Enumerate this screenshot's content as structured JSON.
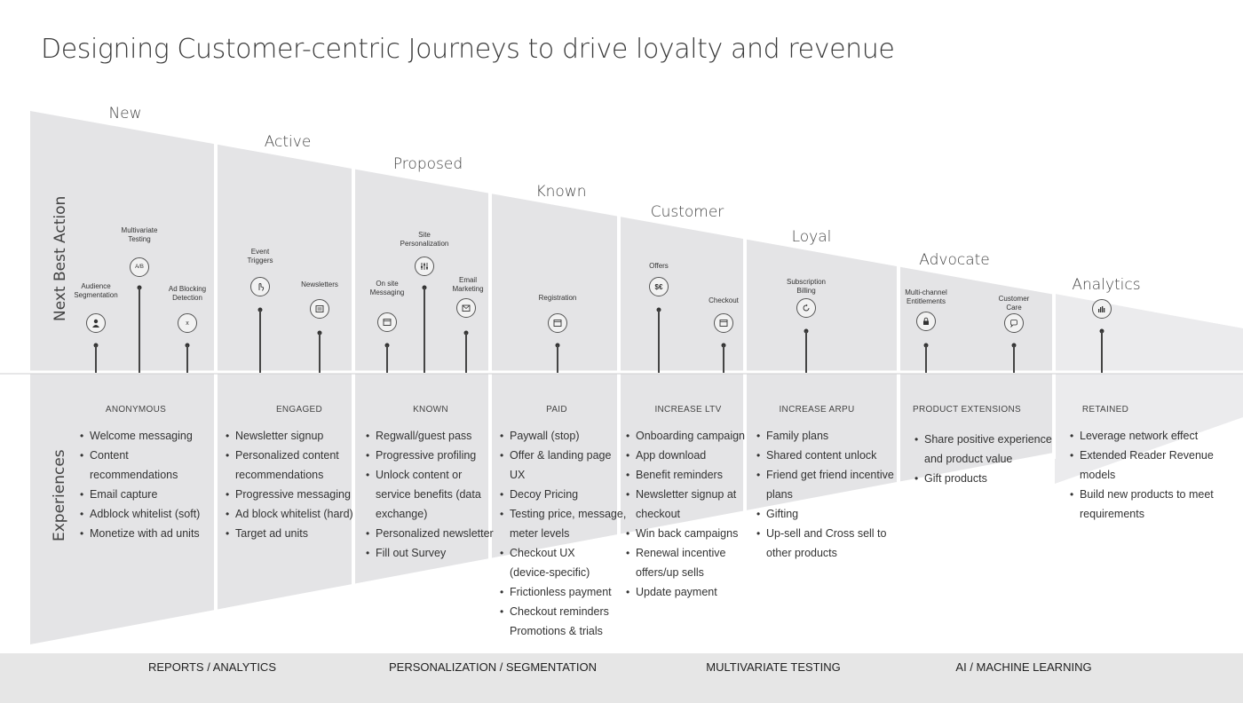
{
  "title": "Designing Customer-centric Journeys to drive loyalty and revenue",
  "row_labels": {
    "top": "Next Best Action",
    "bottom": "Experiences"
  },
  "stages": [
    "New",
    "Active",
    "Proposed",
    "Known",
    "Customer",
    "Loyal",
    "Advocate",
    "Analytics"
  ],
  "actions": [
    {
      "label": "Audience\nSegmentation",
      "icon": "user-icon"
    },
    {
      "label": "Multivariate\nTesting",
      "icon": "ab-test-icon",
      "glyph": "A/B"
    },
    {
      "label": "Ad Blocking\nDetection",
      "icon": "block-icon",
      "glyph": "x"
    },
    {
      "label": "Event\nTriggers",
      "icon": "tap-icon"
    },
    {
      "label": "Newsletters",
      "icon": "newsletter-icon"
    },
    {
      "label": "On site\nMessaging",
      "icon": "window-icon"
    },
    {
      "label": "Site\nPersonalization",
      "icon": "sliders-icon"
    },
    {
      "label": "Email\nMarketing",
      "icon": "email-icon"
    },
    {
      "label": "Registration",
      "icon": "form-icon"
    },
    {
      "label": "Offers",
      "icon": "currency-icon",
      "glyph": "$€"
    },
    {
      "label": "Checkout",
      "icon": "checkout-icon"
    },
    {
      "label": "Subscription\nBilling",
      "icon": "refresh-icon"
    },
    {
      "label": "Multi-channel\nEntitlements",
      "icon": "lock-icon"
    },
    {
      "label": "Customer\nCare",
      "icon": "chat-icon"
    },
    {
      "label": "",
      "icon": "bar-chart-icon"
    }
  ],
  "columns": [
    {
      "heading": "ANONYMOUS",
      "items": [
        "Welcome messaging",
        "Content",
        "recommendations",
        "Email capture",
        "Adblock whitelist (soft)",
        "Monetize with ad units"
      ],
      "bullets": [
        true,
        true,
        false,
        true,
        true,
        true
      ]
    },
    {
      "heading": "ENGAGED",
      "items": [
        "Newsletter signup",
        "Personalized content",
        "recommendations",
        "Progressive messaging",
        "Ad block whitelist (hard)",
        "Target ad units"
      ],
      "bullets": [
        true,
        true,
        false,
        true,
        true,
        true
      ]
    },
    {
      "heading": "KNOWN",
      "items": [
        "Regwall/guest pass",
        "Progressive profiling",
        "Unlock content or",
        "service benefits (data",
        "exchange)",
        "Personalized newsletter",
        "Fill out Survey"
      ],
      "bullets": [
        true,
        true,
        true,
        false,
        false,
        true,
        true
      ]
    },
    {
      "heading": "PAID",
      "items": [
        "Paywall (stop)",
        "Offer & landing page",
        "UX",
        "Decoy Pricing",
        "Testing price, message,",
        "meter levels",
        "Checkout UX",
        "(device-specific)",
        "Frictionless payment",
        "Checkout reminders",
        "Promotions & trials"
      ],
      "bullets": [
        true,
        true,
        false,
        true,
        true,
        false,
        true,
        false,
        true,
        true,
        false
      ]
    },
    {
      "heading": "INCREASE LTV",
      "items": [
        "Onboarding campaign",
        "App download",
        "Benefit reminders",
        "Newsletter signup at",
        "checkout",
        "Win back campaigns",
        "Renewal incentive",
        "offers/up sells",
        "Update payment"
      ],
      "bullets": [
        true,
        true,
        true,
        true,
        false,
        true,
        true,
        false,
        true
      ]
    },
    {
      "heading": "INCREASE ARPU",
      "items": [
        "Family plans",
        "Shared content unlock",
        "Friend get friend incentive",
        "plans",
        "Gifting",
        "Up-sell and Cross sell to",
        "other products"
      ],
      "bullets": [
        true,
        true,
        true,
        false,
        true,
        true,
        false
      ]
    },
    {
      "heading": "PRODUCT EXTENSIONS",
      "items": [
        "Share positive experience",
        "and product value",
        "Gift products"
      ],
      "bullets": [
        true,
        false,
        true
      ]
    },
    {
      "heading": "RETAINED",
      "items": [
        "Leverage network effect",
        "Extended Reader Revenue",
        "models",
        "Build new products to meet",
        "requirements"
      ],
      "bullets": [
        true,
        true,
        false,
        true,
        false
      ]
    }
  ],
  "footer": [
    "REPORTS / ANALYTICS",
    "PERSONALIZATION / SEGMENTATION",
    "MULTIVARIATE TESTING",
    "AI / MACHINE LEARNING"
  ]
}
